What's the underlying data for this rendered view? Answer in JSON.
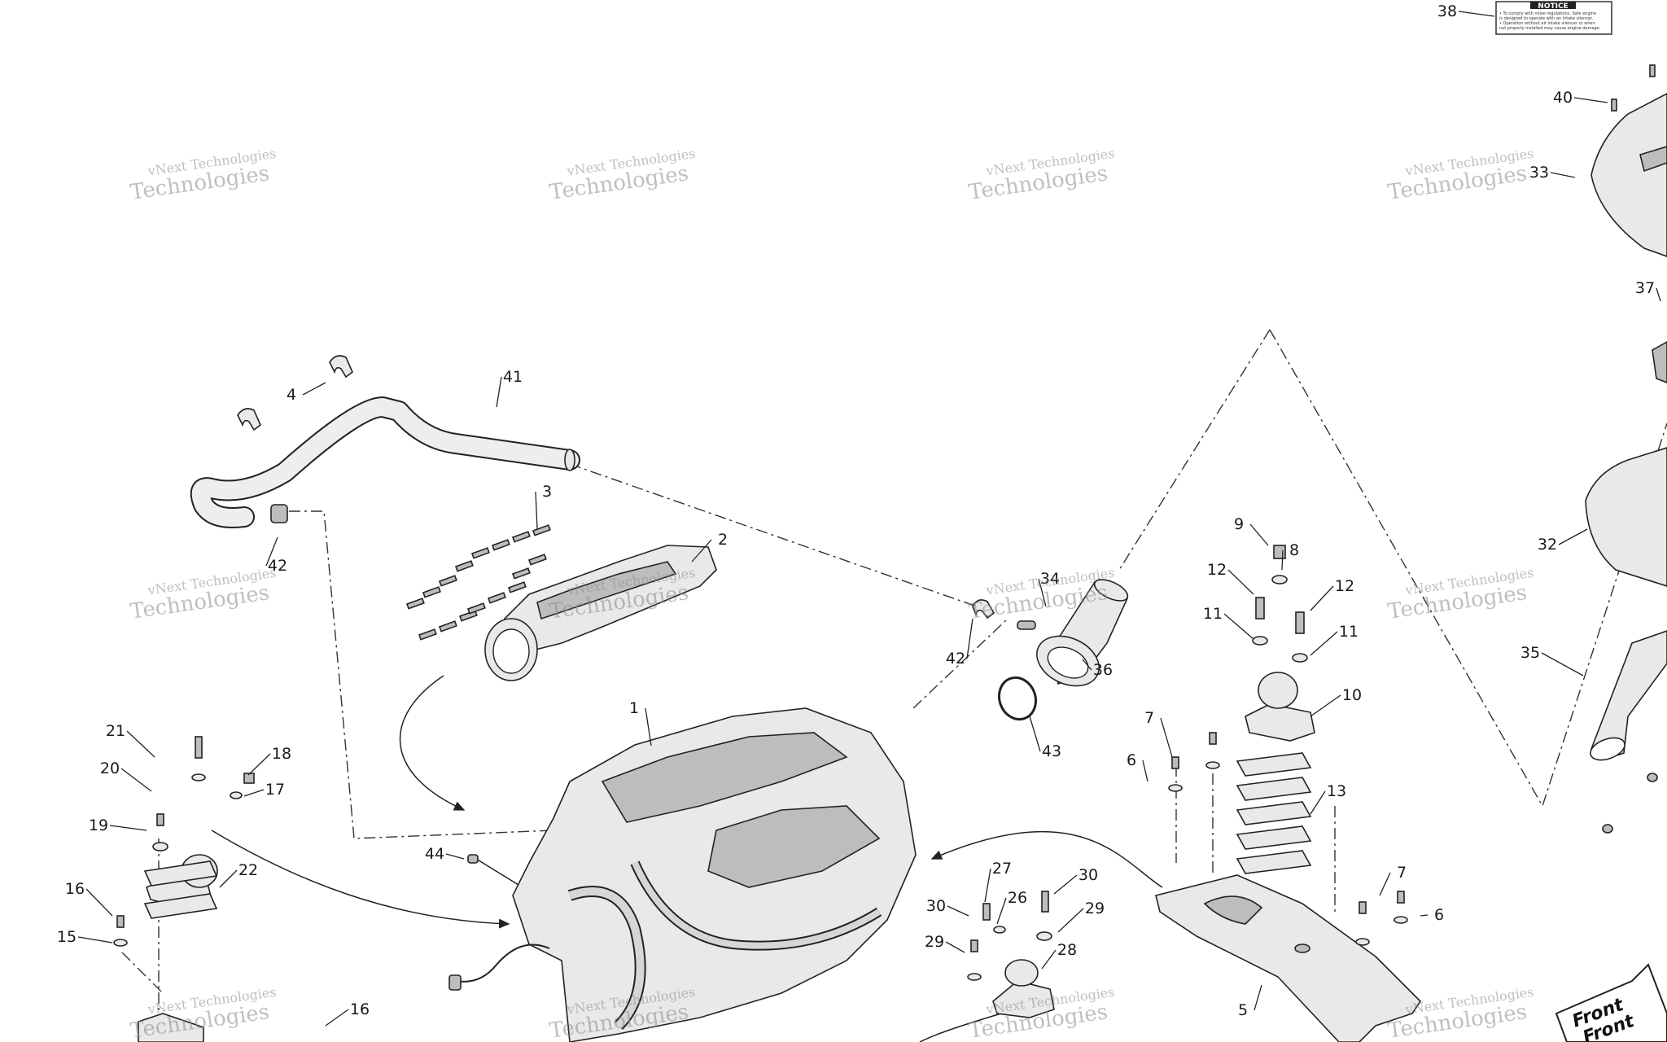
{
  "diagram": {
    "callouts": [
      {
        "id": "c1",
        "text": "1"
      },
      {
        "id": "c2",
        "text": "2"
      },
      {
        "id": "c3",
        "text": "3"
      },
      {
        "id": "c4",
        "text": "4"
      },
      {
        "id": "c5",
        "text": "5"
      },
      {
        "id": "c6a",
        "text": "6"
      },
      {
        "id": "c6b",
        "text": "6"
      },
      {
        "id": "c7a",
        "text": "7"
      },
      {
        "id": "c7b",
        "text": "7"
      },
      {
        "id": "c8",
        "text": "8"
      },
      {
        "id": "c9",
        "text": "9"
      },
      {
        "id": "c10",
        "text": "10"
      },
      {
        "id": "c11a",
        "text": "11"
      },
      {
        "id": "c11b",
        "text": "11"
      },
      {
        "id": "c12a",
        "text": "12"
      },
      {
        "id": "c12b",
        "text": "12"
      },
      {
        "id": "c13",
        "text": "13"
      },
      {
        "id": "c15",
        "text": "15"
      },
      {
        "id": "c16a",
        "text": "16"
      },
      {
        "id": "c16b",
        "text": "16"
      },
      {
        "id": "c17",
        "text": "17"
      },
      {
        "id": "c18",
        "text": "18"
      },
      {
        "id": "c19",
        "text": "19"
      },
      {
        "id": "c20",
        "text": "20"
      },
      {
        "id": "c21",
        "text": "21"
      },
      {
        "id": "c22",
        "text": "22"
      },
      {
        "id": "c26",
        "text": "26"
      },
      {
        "id": "c27",
        "text": "27"
      },
      {
        "id": "c28",
        "text": "28"
      },
      {
        "id": "c29a",
        "text": "29"
      },
      {
        "id": "c29b",
        "text": "29"
      },
      {
        "id": "c30a",
        "text": "30"
      },
      {
        "id": "c30b",
        "text": "30"
      },
      {
        "id": "c32",
        "text": "32"
      },
      {
        "id": "c33",
        "text": "33"
      },
      {
        "id": "c34",
        "text": "34"
      },
      {
        "id": "c35",
        "text": "35"
      },
      {
        "id": "c36",
        "text": "36"
      },
      {
        "id": "c37",
        "text": "37"
      },
      {
        "id": "c38",
        "text": "38"
      },
      {
        "id": "c40",
        "text": "40"
      },
      {
        "id": "c41",
        "text": "41"
      },
      {
        "id": "c42a",
        "text": "42"
      },
      {
        "id": "c42b",
        "text": "42"
      },
      {
        "id": "c43",
        "text": "43"
      },
      {
        "id": "c44",
        "text": "44"
      }
    ],
    "watermark": {
      "line1": "vNext Technologies",
      "line2": "Technologies"
    },
    "notice_label": {
      "title": "NOTICE",
      "lines": [
        "• To comply with noise regulations. Safe engine",
        "  is designed to operate with an intake silencer.",
        "• Operation without air intake silencer or when",
        "  not properly installed may cause engine damage."
      ]
    },
    "front_badge": {
      "line1": "Front",
      "line2": "Front"
    }
  }
}
